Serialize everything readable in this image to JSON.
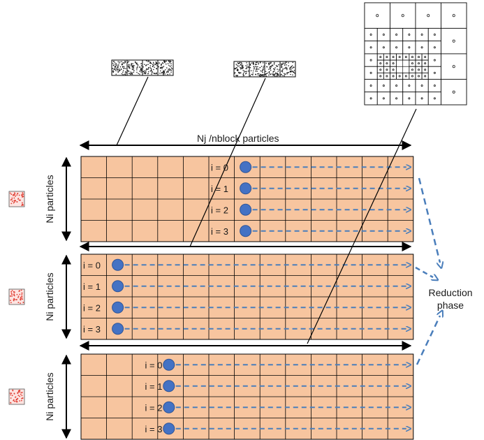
{
  "top_label": "Nj /nblock particles",
  "side_label": "Ni  particles",
  "reduction": {
    "line1": "Reduction",
    "line2": "phase"
  },
  "blocks": [
    {
      "rows": [
        "i = 0",
        "i = 1",
        "i = 2",
        "i = 3"
      ]
    },
    {
      "rows": [
        "i = 0",
        "i = 1",
        "i = 2",
        "i = 3"
      ]
    },
    {
      "rows": [
        "i = 0",
        "i = 1",
        "i = 2",
        "i = 3"
      ]
    }
  ],
  "colors": {
    "cell_fill": "#f7c59f",
    "particle": "#4472c4",
    "arrow": "#4a7ebb",
    "red_dots": "#e03c31",
    "pink_bg": "#fde4e1"
  }
}
